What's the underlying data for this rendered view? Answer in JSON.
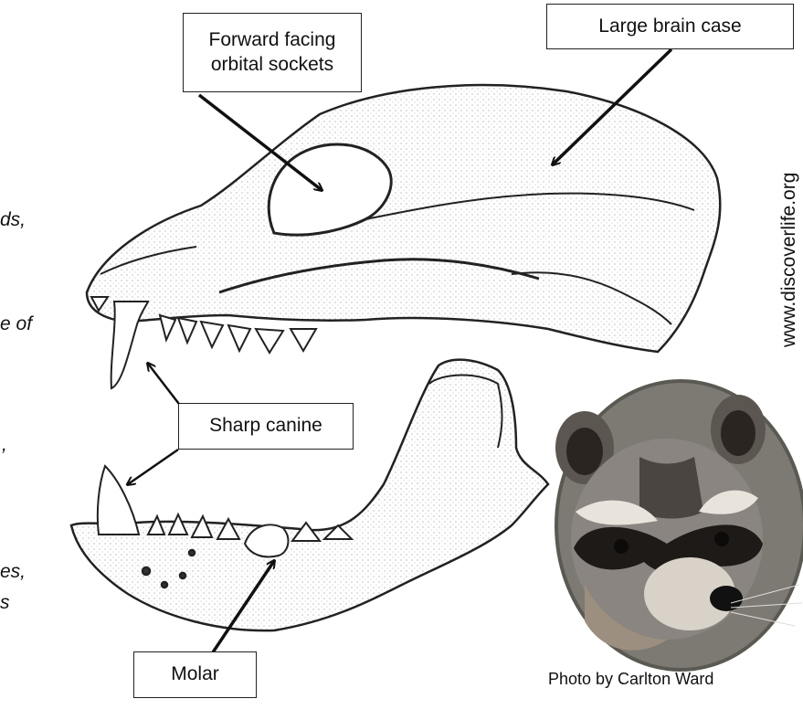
{
  "labels": {
    "orbital": "Forward facing\norbital sockets",
    "brain": "Large brain case",
    "canine": "Sharp canine",
    "molar": "Molar"
  },
  "credits": {
    "website": "www.discoverlife.org",
    "photo": "Photo by Carlton Ward"
  },
  "cutoff_text": [
    "ds,",
    "e of",
    "",
    ",",
    "es,",
    "s"
  ],
  "colors": {
    "ink": "#222222",
    "fur_gray": "#8a8580",
    "mask": "#1e1a17",
    "fur_brown": "#6b4a32"
  }
}
